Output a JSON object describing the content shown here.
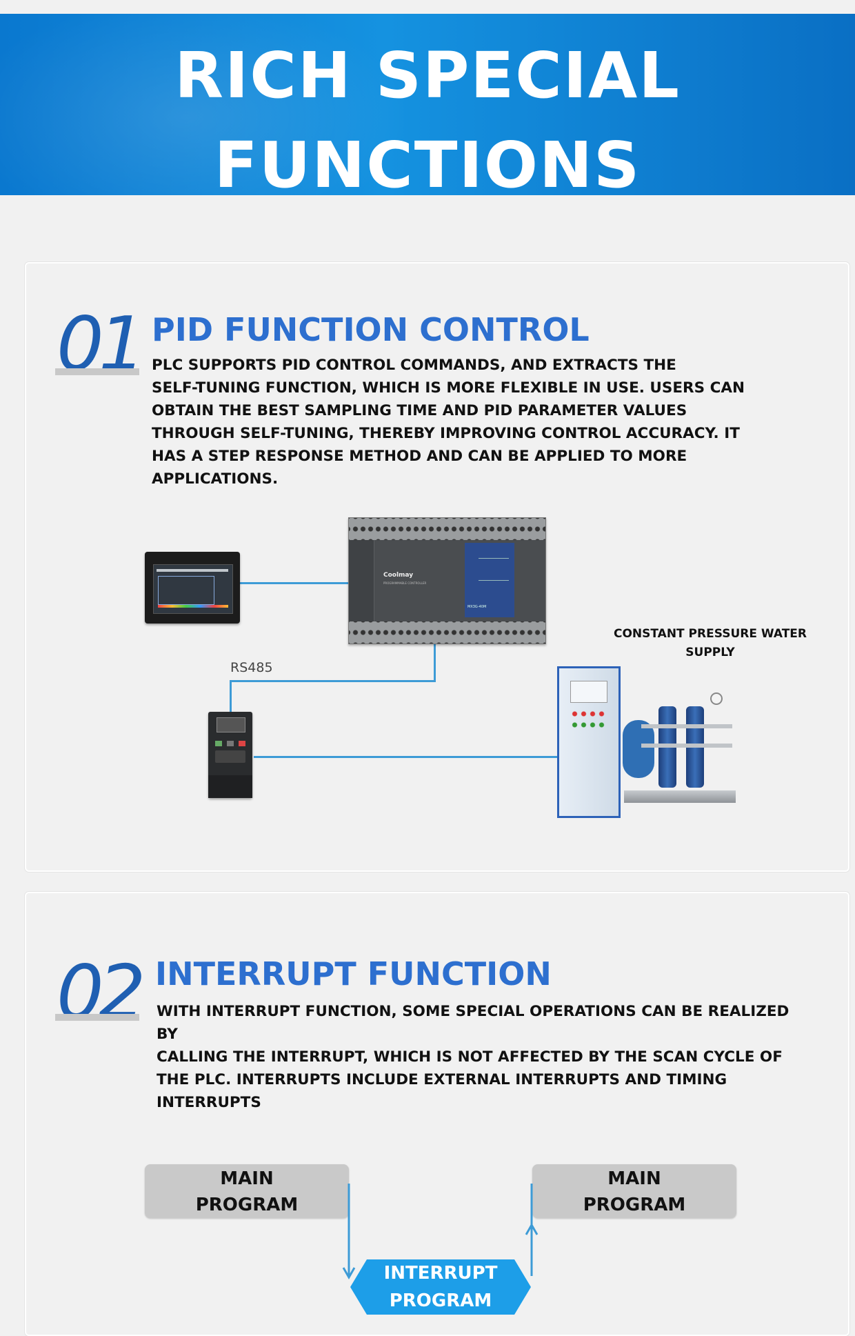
{
  "banner": {
    "title_line1": "RICH SPECIAL",
    "title_line2": "FUNCTIONS"
  },
  "section1": {
    "number": "01",
    "title": "PID FUNCTION CONTROL",
    "body_lines": [
      "PLC SUPPORTS PID CONTROL COMMANDS, AND EXTRACTS THE",
      "SELF-TUNING FUNCTION, WHICH IS MORE FLEXIBLE IN USE. USERS CAN",
      "OBTAIN THE BEST SAMPLING TIME AND PID PARAMETER VALUES",
      "THROUGH SELF-TUNING, THEREBY IMPROVING CONTROL ACCURACY. IT",
      "HAS A STEP RESPONSE METHOD AND CAN BE APPLIED TO MORE",
      "APPLICATIONS."
    ],
    "diagram": {
      "rs485_label": "RS485",
      "water_label_line1": "CONSTANT PRESSURE WATER",
      "water_label_line2": "SUPPLY",
      "plc_brand": "Coolmay",
      "plc_sub": "PROGRAMMABLE CONTROLLER",
      "plc_model": "MX3G-40M"
    }
  },
  "section2": {
    "number": "02",
    "title": "INTERRUPT FUNCTION",
    "body_lines": [
      "WITH INTERRUPT FUNCTION, SOME SPECIAL OPERATIONS CAN BE REALIZED BY",
      "CALLING THE INTERRUPT, WHICH IS NOT AFFECTED BY THE SCAN CYCLE OF",
      "THE PLC. INTERRUPTS INCLUDE EXTERNAL INTERRUPTS AND TIMING",
      "INTERRUPTS"
    ],
    "flow": {
      "left_box_line1": "MAIN",
      "left_box_line2": "PROGRAM",
      "right_box_line1": "MAIN",
      "right_box_line2": "PROGRAM",
      "interrupt_line1": "INTERRUPT",
      "interrupt_line2": "PROGRAM"
    }
  },
  "colors": {
    "banner": "#0a78cf",
    "accent": "#2d6fcf",
    "wire": "#3d9bd6"
  }
}
